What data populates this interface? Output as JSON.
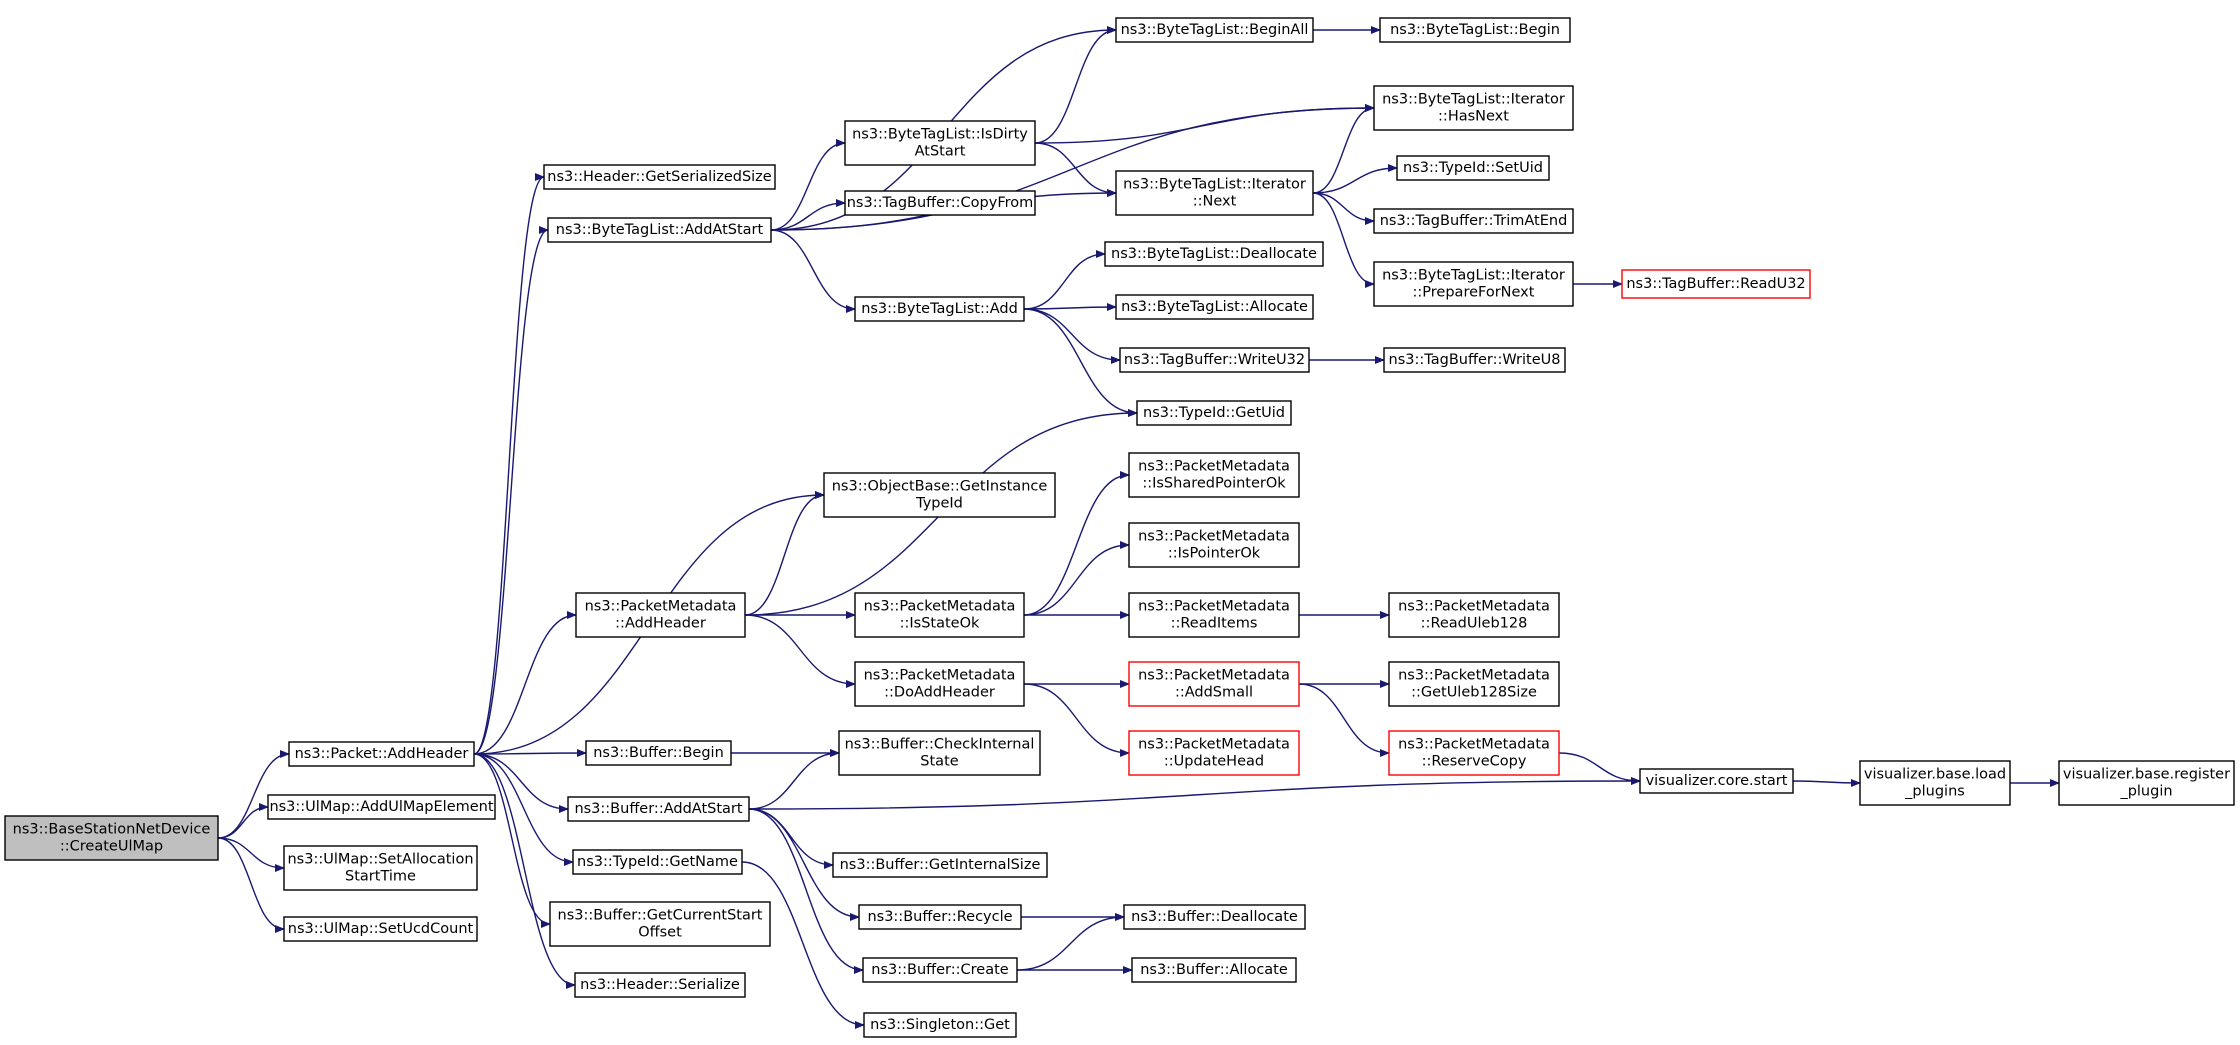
{
  "colors": {
    "edge": "#191970",
    "root_fill": "#bfbfbf",
    "truncated_border": "#ff0000"
  },
  "nodes": [
    {
      "id": "n0",
      "lines": [
        "ns3::BaseStationNetDevice",
        "::CreateUlMap"
      ],
      "style": "root"
    },
    {
      "id": "n1",
      "lines": [
        "ns3::Packet::AddHeader"
      ]
    },
    {
      "id": "n2",
      "lines": [
        "ns3::UlMap::AddUlMapElement"
      ]
    },
    {
      "id": "n3",
      "lines": [
        "ns3::UlMap::SetAllocation",
        "StartTime"
      ]
    },
    {
      "id": "n4",
      "lines": [
        "ns3::UlMap::SetUcdCount"
      ]
    },
    {
      "id": "n5",
      "lines": [
        "ns3::Header::GetSerializedSize"
      ]
    },
    {
      "id": "n6",
      "lines": [
        "ns3::ByteTagList::AddAtStart"
      ]
    },
    {
      "id": "n7",
      "lines": [
        "ns3::PacketMetadata",
        "::AddHeader"
      ]
    },
    {
      "id": "n8",
      "lines": [
        "ns3::Buffer::Begin"
      ]
    },
    {
      "id": "n9",
      "lines": [
        "ns3::Buffer::AddAtStart"
      ]
    },
    {
      "id": "n10",
      "lines": [
        "ns3::TypeId::GetName"
      ]
    },
    {
      "id": "n11",
      "lines": [
        "ns3::Buffer::GetCurrentStart",
        "Offset"
      ]
    },
    {
      "id": "n12",
      "lines": [
        "ns3::Header::Serialize"
      ]
    },
    {
      "id": "n13",
      "lines": [
        "ns3::ByteTagList::IsDirty",
        "AtStart"
      ]
    },
    {
      "id": "n14",
      "lines": [
        "ns3::TagBuffer::CopyFrom"
      ]
    },
    {
      "id": "n15",
      "lines": [
        "ns3::ByteTagList::Add"
      ]
    },
    {
      "id": "n16",
      "lines": [
        "ns3::ObjectBase::GetInstance",
        "TypeId"
      ]
    },
    {
      "id": "n17",
      "lines": [
        "ns3::PacketMetadata",
        "::IsStateOk"
      ]
    },
    {
      "id": "n18",
      "lines": [
        "ns3::PacketMetadata",
        "::DoAddHeader"
      ]
    },
    {
      "id": "n19",
      "lines": [
        "ns3::Buffer::CheckInternal",
        "State"
      ]
    },
    {
      "id": "n20",
      "lines": [
        "ns3::Buffer::GetInternalSize"
      ]
    },
    {
      "id": "n21",
      "lines": [
        "ns3::Buffer::Recycle"
      ]
    },
    {
      "id": "n22",
      "lines": [
        "ns3::Buffer::Create"
      ]
    },
    {
      "id": "n23",
      "lines": [
        "ns3::Singleton::Get"
      ]
    },
    {
      "id": "n24",
      "lines": [
        "ns3::ByteTagList::BeginAll"
      ]
    },
    {
      "id": "n25",
      "lines": [
        "ns3::ByteTagList::Iterator",
        "::Next"
      ]
    },
    {
      "id": "n26",
      "lines": [
        "ns3::ByteTagList::Deallocate"
      ]
    },
    {
      "id": "n27",
      "lines": [
        "ns3::ByteTagList::Allocate"
      ]
    },
    {
      "id": "n28",
      "lines": [
        "ns3::TagBuffer::WriteU32"
      ]
    },
    {
      "id": "n29",
      "lines": [
        "ns3::TypeId::GetUid"
      ]
    },
    {
      "id": "n30",
      "lines": [
        "ns3::PacketMetadata",
        "::IsSharedPointerOk"
      ]
    },
    {
      "id": "n31",
      "lines": [
        "ns3::PacketMetadata",
        "::IsPointerOk"
      ]
    },
    {
      "id": "n32",
      "lines": [
        "ns3::PacketMetadata",
        "::ReadItems"
      ]
    },
    {
      "id": "n33",
      "lines": [
        "ns3::PacketMetadata",
        "::AddSmall"
      ],
      "style": "red"
    },
    {
      "id": "n34",
      "lines": [
        "ns3::PacketMetadata",
        "::UpdateHead"
      ],
      "style": "red"
    },
    {
      "id": "n35",
      "lines": [
        "ns3::Buffer::Deallocate"
      ]
    },
    {
      "id": "n36",
      "lines": [
        "ns3::Buffer::Allocate"
      ]
    },
    {
      "id": "n37",
      "lines": [
        "ns3::ByteTagList::Begin"
      ]
    },
    {
      "id": "n38",
      "lines": [
        "ns3::ByteTagList::Iterator",
        "::HasNext"
      ]
    },
    {
      "id": "n39",
      "lines": [
        "ns3::TypeId::SetUid"
      ]
    },
    {
      "id": "n40",
      "lines": [
        "ns3::TagBuffer::TrimAtEnd"
      ]
    },
    {
      "id": "n41",
      "lines": [
        "ns3::ByteTagList::Iterator",
        "::PrepareForNext"
      ]
    },
    {
      "id": "n42",
      "lines": [
        "ns3::TagBuffer::WriteU8"
      ]
    },
    {
      "id": "n43",
      "lines": [
        "ns3::PacketMetadata",
        "::ReadUleb128"
      ]
    },
    {
      "id": "n44",
      "lines": [
        "ns3::PacketMetadata",
        "::GetUleb128Size"
      ]
    },
    {
      "id": "n45",
      "lines": [
        "ns3::PacketMetadata",
        "::ReserveCopy"
      ],
      "style": "red"
    },
    {
      "id": "n46",
      "lines": [
        "ns3::TagBuffer::ReadU32"
      ],
      "style": "red"
    },
    {
      "id": "n47",
      "lines": [
        "visualizer.core.start"
      ]
    },
    {
      "id": "n48",
      "lines": [
        "visualizer.base.load",
        "_plugins"
      ]
    },
    {
      "id": "n49",
      "lines": [
        "visualizer.base.register",
        "_plugin"
      ]
    }
  ],
  "edges": [
    [
      "n0",
      "n1"
    ],
    [
      "n0",
      "n2"
    ],
    [
      "n0",
      "n3"
    ],
    [
      "n0",
      "n4"
    ],
    [
      "n1",
      "n5"
    ],
    [
      "n1",
      "n6"
    ],
    [
      "n1",
      "n16"
    ],
    [
      "n1",
      "n7"
    ],
    [
      "n1",
      "n8"
    ],
    [
      "n1",
      "n9"
    ],
    [
      "n1",
      "n10"
    ],
    [
      "n1",
      "n11"
    ],
    [
      "n1",
      "n12"
    ],
    [
      "n6",
      "n24"
    ],
    [
      "n6",
      "n38"
    ],
    [
      "n6",
      "n13"
    ],
    [
      "n6",
      "n14"
    ],
    [
      "n6",
      "n25"
    ],
    [
      "n6",
      "n15"
    ],
    [
      "n13",
      "n24"
    ],
    [
      "n13",
      "n38"
    ],
    [
      "n13",
      "n25"
    ],
    [
      "n15",
      "n26"
    ],
    [
      "n15",
      "n27"
    ],
    [
      "n15",
      "n28"
    ],
    [
      "n15",
      "n29"
    ],
    [
      "n7",
      "n16"
    ],
    [
      "n7",
      "n29"
    ],
    [
      "n7",
      "n17"
    ],
    [
      "n7",
      "n18"
    ],
    [
      "n17",
      "n30"
    ],
    [
      "n17",
      "n31"
    ],
    [
      "n17",
      "n32"
    ],
    [
      "n18",
      "n33"
    ],
    [
      "n18",
      "n34"
    ],
    [
      "n9",
      "n19"
    ],
    [
      "n9",
      "n47"
    ],
    [
      "n9",
      "n20"
    ],
    [
      "n9",
      "n21"
    ],
    [
      "n9",
      "n22"
    ],
    [
      "n8",
      "n19"
    ],
    [
      "n10",
      "n23"
    ],
    [
      "n24",
      "n37"
    ],
    [
      "n25",
      "n38"
    ],
    [
      "n25",
      "n39"
    ],
    [
      "n25",
      "n40"
    ],
    [
      "n25",
      "n41"
    ],
    [
      "n41",
      "n46"
    ],
    [
      "n28",
      "n42"
    ],
    [
      "n32",
      "n43"
    ],
    [
      "n33",
      "n44"
    ],
    [
      "n33",
      "n45"
    ],
    [
      "n45",
      "n47"
    ],
    [
      "n47",
      "n48"
    ],
    [
      "n48",
      "n49"
    ],
    [
      "n21",
      "n35"
    ],
    [
      "n22",
      "n35"
    ],
    [
      "n22",
      "n36"
    ]
  ]
}
